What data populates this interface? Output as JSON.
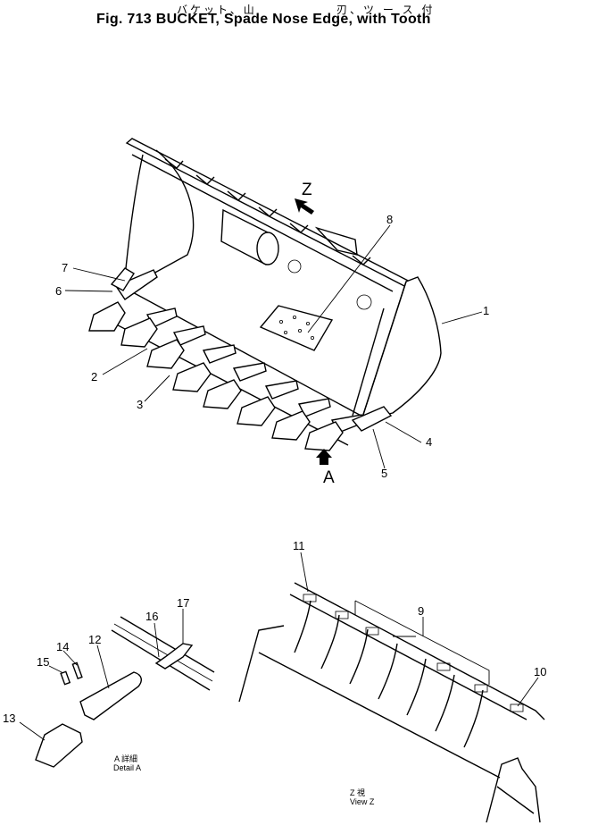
{
  "header": {
    "japanese_left": "バケット、山",
    "japanese_right": "刃、ツ ー ス 付",
    "title": "Fig. 713 BUCKET, Spade Nose Edge, with Tooth"
  },
  "main_view": {
    "arrow_z": "Z",
    "arrow_a": "A",
    "callouts": [
      "1",
      "2",
      "3",
      "4",
      "5",
      "6",
      "7",
      "8"
    ]
  },
  "detail_a": {
    "caption_jp": "A 詳細",
    "caption_en": "Detail A",
    "callouts": [
      "12",
      "13",
      "14",
      "15",
      "16",
      "17"
    ]
  },
  "view_z": {
    "caption_jp": "Z 視",
    "caption_en": "View Z",
    "callouts": [
      "9",
      "10",
      "11"
    ]
  }
}
